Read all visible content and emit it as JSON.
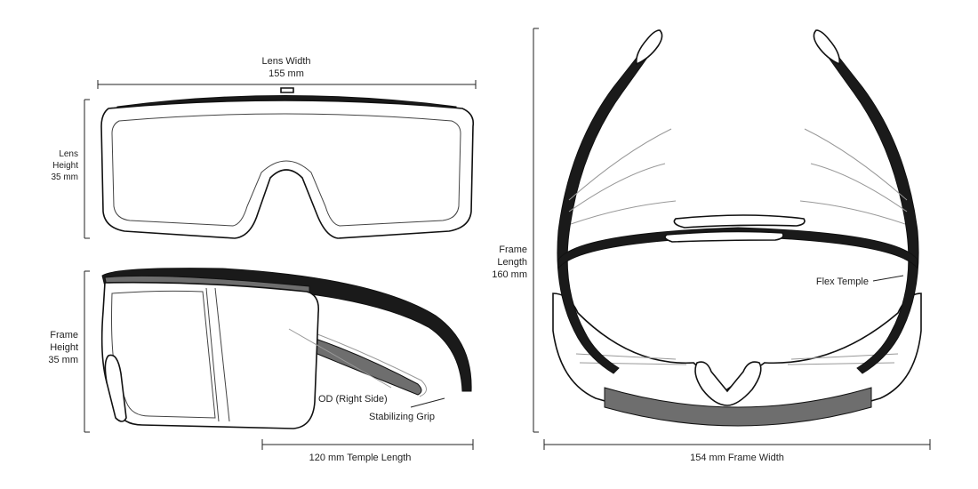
{
  "labels": {
    "lens_width_title": "Lens Width",
    "lens_width_value": "155 mm",
    "lens_height_l1": "Lens",
    "lens_height_l2": "Height",
    "lens_height_l3": "35 mm",
    "frame_height_l1": "Frame",
    "frame_height_l2": "Height",
    "frame_height_l3": "35 mm",
    "od_right_side": "OD (Right Side)",
    "stabilizing_grip": "Stabilizing Grip",
    "temple_length": "120 mm  Temple Length",
    "frame_length_l1": "Frame",
    "frame_length_l2": "Length",
    "frame_length_l3": "160 mm",
    "flex_temple": "Flex Temple",
    "frame_width": "154 mm  Frame Width"
  },
  "colors": {
    "line": "#111111",
    "frame_dark": "#1a1a1a",
    "grip_grey": "#6e6e6e"
  }
}
